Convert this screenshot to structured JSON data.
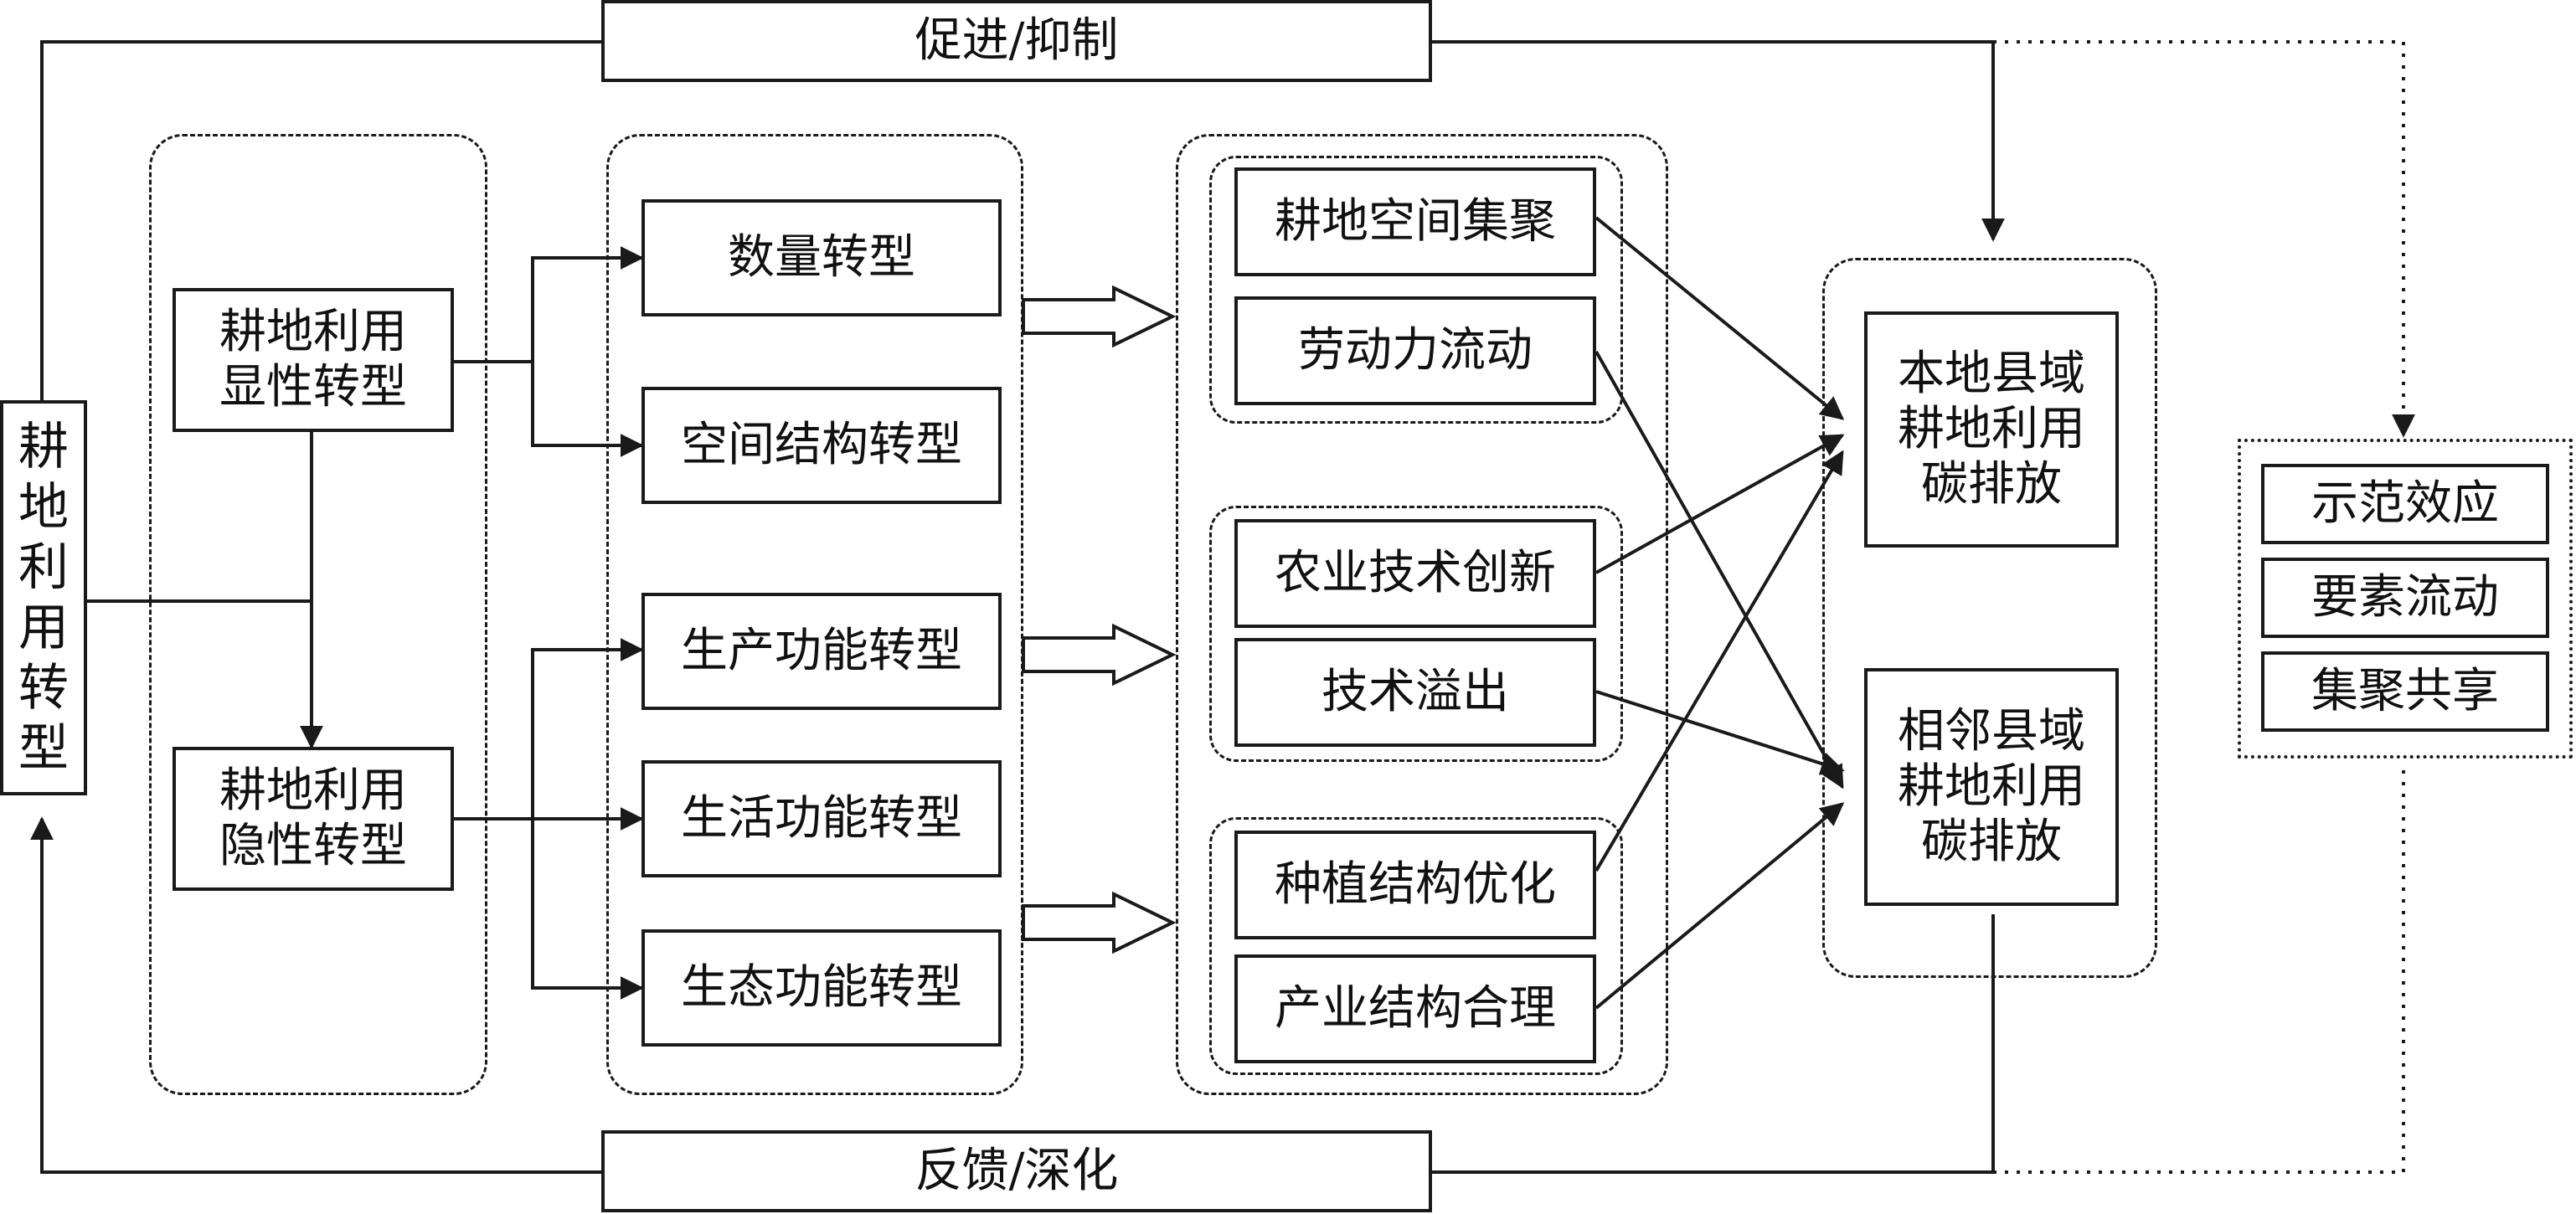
{
  "diagram": {
    "top_loop_label": "促进/抑制",
    "bottom_loop_label": "反馈/深化",
    "root": "耕\n地\n利\n用\n转\n型",
    "explicit": "耕地利用\n显性转型",
    "implicit": "耕地利用\n隐性转型",
    "transformations": {
      "quantity": "数量转型",
      "spatial_structure": "空间结构转型",
      "production": "生产功能转型",
      "living": "生活功能转型",
      "ecological": "生态功能转型"
    },
    "mechanisms": {
      "agglomeration": "耕地空间集聚",
      "labor_flow": "劳动力流动",
      "agri_innovation": "农业技术创新",
      "tech_spillover": "技术溢出",
      "planting_opt": "种植结构优化",
      "industry_rational": "产业结构合理"
    },
    "outcomes": {
      "local": "本地县域\n耕地利用\n碳排放",
      "neighbor": "相邻县域\n耕地利用\n碳排放"
    },
    "effects": {
      "demonstration": "示范效应",
      "factor_flow": "要素流动",
      "agglomeration_sharing": "集聚共享"
    }
  },
  "colors": {
    "line": "#1a1a1a",
    "background": "#ffffff"
  }
}
